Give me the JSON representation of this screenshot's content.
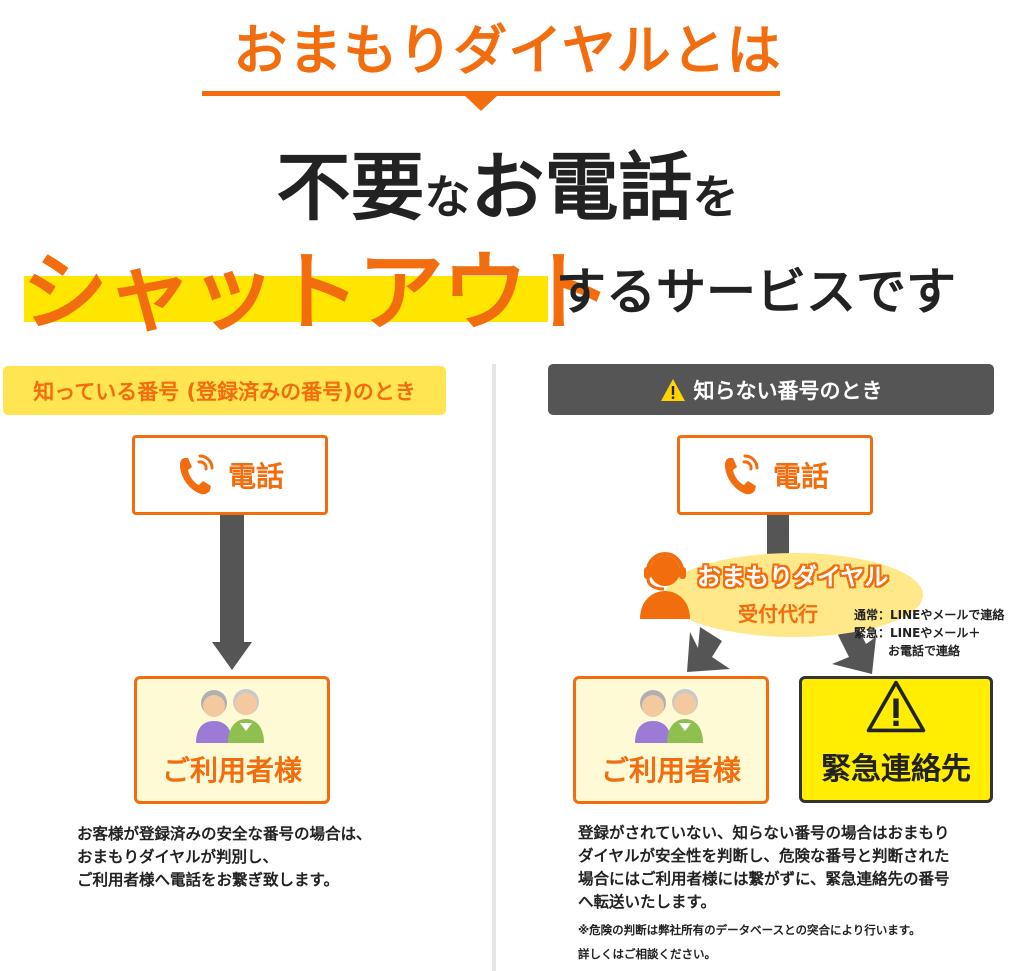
{
  "header": {
    "title": "おまもりダイヤルとは",
    "headline_line1_part1": "不要",
    "headline_line1_part2": "な",
    "headline_line1_part3": "お電話",
    "headline_line1_part4": "を",
    "headline_line2_highlight": "シャットアウト",
    "headline_line2_rest": "するサービスです"
  },
  "known": {
    "label": "知っている番号 (登録済みの番号)のとき",
    "phone_label": "電話",
    "user_label": "ご利用者様",
    "description": [
      "お客様が登録済みの安全な番号の場合は、",
      "おまもりダイヤルが判別し、",
      "ご利用者様へ電話をお繋ぎ致します。"
    ]
  },
  "unknown": {
    "label": "知らない番号のとき",
    "phone_label": "電話",
    "service_name": "おまもりダイヤル",
    "service_sub": "受付代行",
    "contact_note": [
      "通常：LINEやメールで連絡",
      "緊急：LINEやメール＋",
      "お電話で連絡"
    ],
    "user_label": "ご利用者様",
    "emergency_label": "緊急連絡先",
    "description": [
      "登録がされていない、知らない番号の場合はおまもり",
      "ダイヤルが安全性を判断し、危険な番号と判断された",
      "場合にはご利用者様には繋がずに、緊急連絡先の番号",
      "へ転送いたします。"
    ],
    "footnote": [
      "※危険の判断は弊社所有のデータベースとの突合により行います。",
      "詳しくはご相談ください。"
    ]
  },
  "colors": {
    "accent": "#f26d0e",
    "highlight": "#ffe600",
    "dark": "#555555",
    "emergency": "#ffee00"
  }
}
